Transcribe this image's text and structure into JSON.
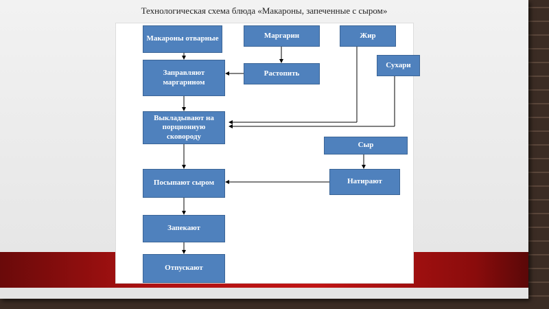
{
  "title": "Технологическая схема блюда «Макароны, запеченные с сыром»",
  "boxes": {
    "makarony": "Макароны отварные",
    "margarin": "Маргарин",
    "zhir": "Жир",
    "suhari": "Сухари",
    "zapravlyayut": "Заправляют маргарином",
    "rastopit": "Растопить",
    "vykladyvayut": "Выкладывают на порционную сковороду",
    "syr": "Сыр",
    "posypayut": "Посыпают сыром",
    "natirayut": "Натирают",
    "zapekayut": "Запекают",
    "otpuskayut": "Отпускают"
  },
  "colors": {
    "box": "#4f81bd",
    "band": "#b01212"
  }
}
